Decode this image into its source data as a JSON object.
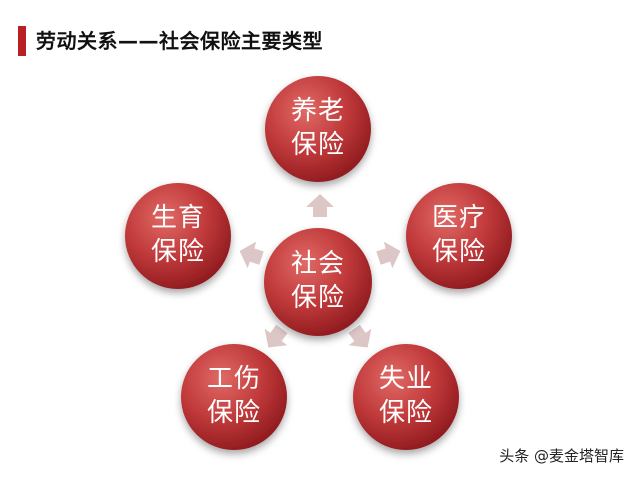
{
  "title": "劳动关系——社会保险主要类型",
  "center": {
    "line1": "社会",
    "line2": "保险"
  },
  "nodes": [
    {
      "id": "pension",
      "line1": "养老",
      "line2": "保险"
    },
    {
      "id": "medical",
      "line1": "医疗",
      "line2": "保险"
    },
    {
      "id": "unemployment",
      "line1": "失业",
      "line2": "保险"
    },
    {
      "id": "injury",
      "line1": "工伤",
      "line2": "保险"
    },
    {
      "id": "maternity",
      "line1": "生育",
      "line2": "保险"
    }
  ],
  "watermark": "头条 @麦金塔智库",
  "colors": {
    "accent": "#b82025",
    "node_dark": "#8e1a1e",
    "node_light": "#e06a66",
    "arrow": "#dcc6c6"
  }
}
